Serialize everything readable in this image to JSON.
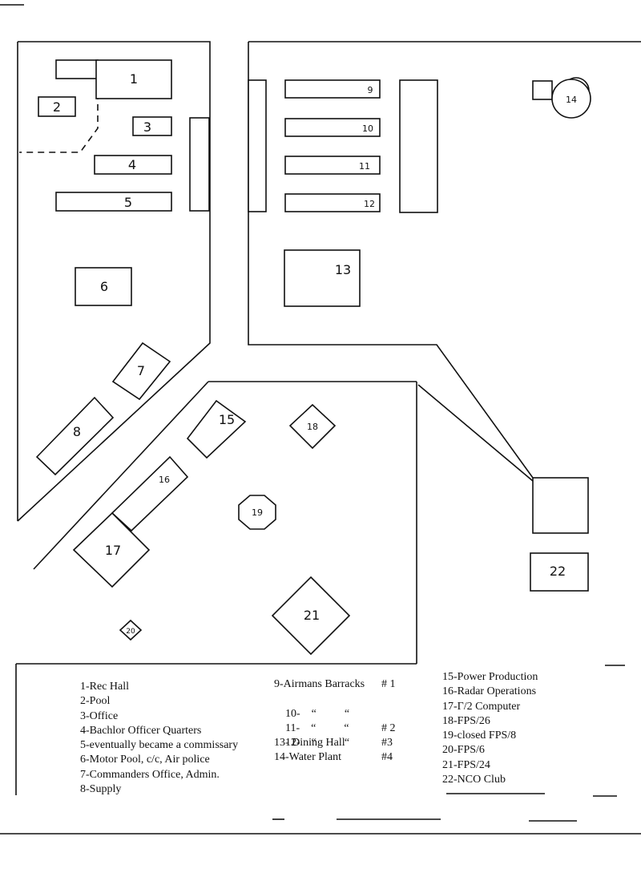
{
  "map": {
    "building_labels": {
      "b1": "1",
      "b2": "2",
      "b3": "3",
      "b4": "4",
      "b5": "5",
      "b6": "6",
      "b7": "7",
      "b8": "8",
      "b9": "9",
      "b10": "10",
      "b11": "11",
      "b12": "12",
      "b13": "13",
      "b14": "14",
      "b15": "15",
      "b16": "16",
      "b17": "17",
      "b18": "18",
      "b19": "19",
      "b20": "20",
      "b21": "21",
      "b22": "22"
    }
  },
  "legend": {
    "col1": [
      "1-Rec Hall",
      "2-Pool",
      "3-Office",
      "4-Bachlor Officer Quarters",
      "5-eventually became a commissary",
      "6-Motor Pool, c/c, Air police",
      "7-Commanders Office, Admin.",
      "8-Supply"
    ],
    "col2": [
      {
        "name": "9-Airmans Barracks",
        "num": "# 1"
      },
      {
        "name": "10-    “          “",
        "num": "# 2"
      },
      {
        "name": "11-    “          “",
        "num": "#3"
      },
      {
        "name": "12-    “          “",
        "num": "#4"
      },
      {
        "name": "13- Dining Hall",
        "num": ""
      },
      {
        "name": "14-Water Plant",
        "num": ""
      }
    ],
    "col3": [
      "15-Power Production",
      "16-Radar Operations",
      "17-Γ/2 Computer",
      "18-FPS/26",
      "19-closed FPS/8",
      "20-FPS/6",
      "21-FPS/24",
      "22-NCO Club"
    ]
  }
}
